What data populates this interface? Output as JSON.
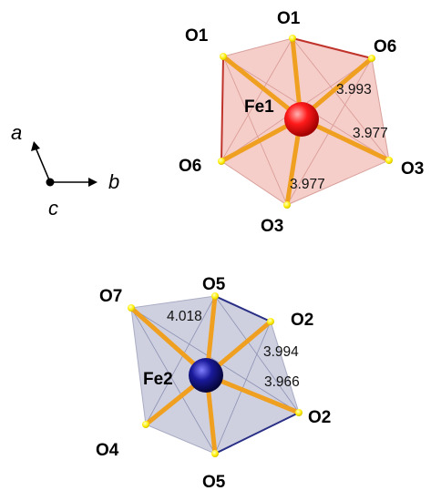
{
  "colors": {
    "fe1_polyhedron": "#f3c4c0",
    "fe1_edge": "#c0332b",
    "fe1_atom": "#ff1a1a",
    "fe2_polyhedron": "#c9cbdc",
    "fe2_edge": "#2a2f86",
    "fe2_atom": "#1a1a9c",
    "bond": "#f0a020",
    "oxygen": "#ffee00"
  },
  "axes": {
    "a": "a",
    "b": "b",
    "c": "c"
  },
  "fe1": {
    "center_label": "Fe1",
    "labels": {
      "o1_top": "O1",
      "o1_left": "O1",
      "o6_right": "O6",
      "o6_left": "O6",
      "o3_right": "O3",
      "o3_bottom": "O3"
    },
    "distances": {
      "d1": "3.993",
      "d2": "3.977",
      "d3": "3.977"
    }
  },
  "fe2": {
    "center_label": "Fe2",
    "labels": {
      "o5_top": "O5",
      "o7_left": "O7",
      "o2_right": "O2",
      "o2_lower": "O2",
      "o4_left": "O4",
      "o5_bottom": "O5"
    },
    "distances": {
      "d1": "4.018",
      "d2": "3.994",
      "d3": "3.966"
    }
  }
}
